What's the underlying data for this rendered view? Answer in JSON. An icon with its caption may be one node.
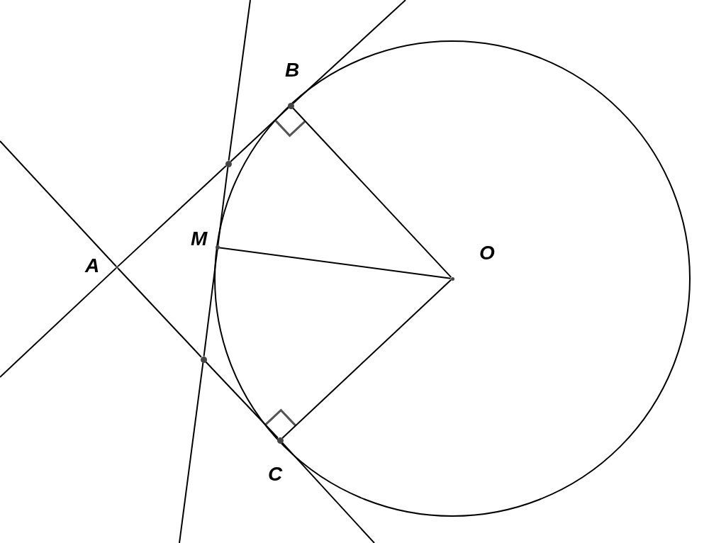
{
  "diagram": {
    "nodes": [
      {
        "text": [
          "B"
        ]
      },
      {
        "text": [],
        "shape": "circle"
      },
      {
        "text": [
          "M"
        ]
      },
      {
        "text": [
          "O"
        ]
      },
      {
        "text": [
          "A"
        ]
      },
      {
        "text": [],
        "shape": "circle"
      },
      {
        "text": [
          "C"
        ]
      }
    ],
    "edges": [
      {
        "from": 4,
        "to": 1,
        "arrow": "none"
      },
      {
        "from": 1,
        "to": 0,
        "arrow": "none"
      },
      {
        "from": 0,
        "to": null,
        "arrow": "none"
      },
      {
        "from": null,
        "to": 4,
        "arrow": "none"
      },
      {
        "from": null,
        "to": 4,
        "arrow": "none"
      },
      {
        "from": 4,
        "to": 5,
        "arrow": "none"
      },
      {
        "from": 5,
        "to": 6,
        "arrow": "none"
      },
      {
        "from": 6,
        "to": null,
        "arrow": "none"
      },
      {
        "from": null,
        "to": 1,
        "arrow": "none"
      },
      {
        "from": 1,
        "to": 2,
        "arrow": "none"
      },
      {
        "from": 2,
        "to": 5,
        "arrow": "none"
      },
      {
        "from": 5,
        "to": null,
        "arrow": "none"
      },
      {
        "from": 0,
        "to": 3,
        "arrow": "none"
      },
      {
        "from": 2,
        "to": 3,
        "arrow": "none"
      },
      {
        "from": 6,
        "to": 3,
        "arrow": "none"
      }
    ]
  }
}
